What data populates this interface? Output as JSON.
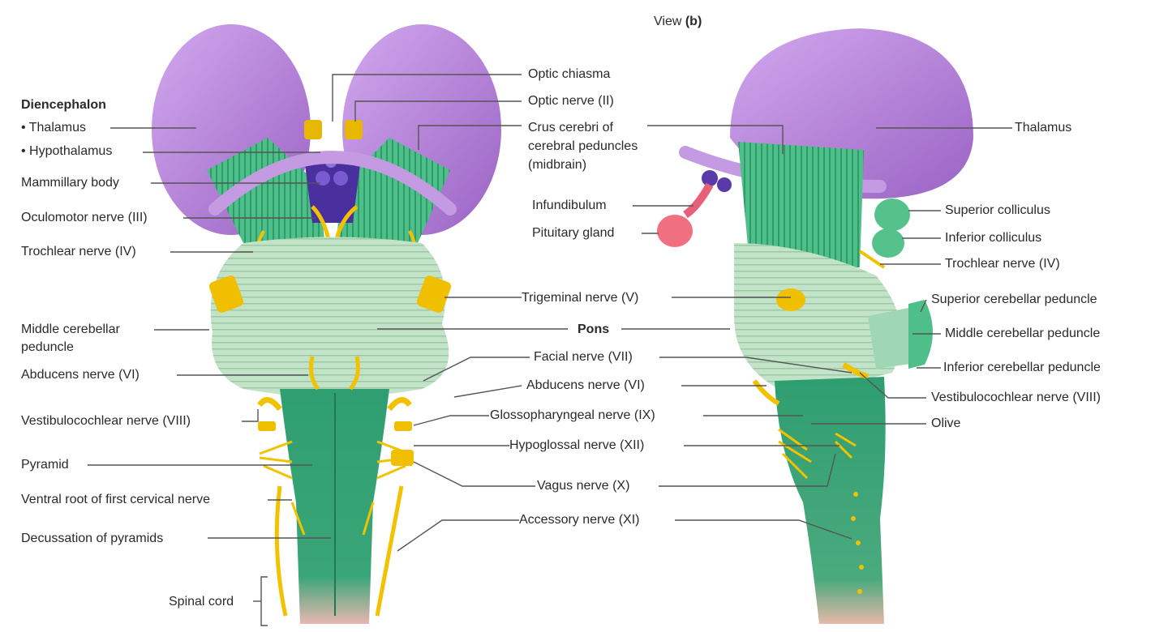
{
  "view_label": {
    "prefix": "View ",
    "letter": "(b)"
  },
  "left_labels": {
    "diencephalon": "Diencephalon",
    "thalamus": "• Thalamus",
    "hypothalamus": "• Hypothalamus",
    "mammillary_body": "Mammillary body",
    "oculomotor": "Oculomotor nerve (III)",
    "trochlear": "Trochlear nerve (IV)",
    "middle_cerebellar_1": "Middle cerebellar",
    "middle_cerebellar_2": "peduncle",
    "abducens": "Abducens nerve (VI)",
    "vestibulocochlear": "Vestibulocochlear nerve (VIII)",
    "pyramid": "Pyramid",
    "ventral_root": "Ventral root of first cervical nerve",
    "decussation": "Decussation of pyramids",
    "spinal_cord": "Spinal cord"
  },
  "center_labels": {
    "optic_chiasma": "Optic chiasma",
    "optic_nerve": "Optic nerve (II)",
    "crus_1": "Crus cerebri of",
    "crus_2": "cerebral peduncles",
    "crus_3": "(midbrain)",
    "infundibulum": "Infundibulum",
    "pituitary": "Pituitary gland",
    "trigeminal": "Trigeminal nerve (V)",
    "pons": "Pons",
    "facial": "Facial nerve (VII)",
    "abducens": "Abducens nerve (VI)",
    "glossopharyngeal": "Glossopharyngeal nerve (IX)",
    "hypoglossal": "Hypoglossal nerve (XII)",
    "vagus": "Vagus nerve (X)",
    "accessory": "Accessory nerve (XI)"
  },
  "right_labels": {
    "thalamus": "Thalamus",
    "superior_colliculus": "Superior colliculus",
    "inferior_colliculus": "Inferior colliculus",
    "trochlear": "Trochlear nerve (IV)",
    "superior_cerebellar": "Superior cerebellar peduncle",
    "middle_cerebellar": "Middle cerebellar peduncle",
    "inferior_cerebellar": "Inferior cerebellar peduncle",
    "vestibulocochlear": "Vestibulocochlear nerve (VIII)",
    "olive": "Olive"
  },
  "colors": {
    "thalamus_purple": "#b98ad8",
    "midbrain_green": "#4fbf8a",
    "pons_green": "#bfe0c4",
    "medulla_green": "#2e9a6a",
    "nerve_yellow": "#f2c200",
    "hypothalamus_blue": "#5a3aa8",
    "pituitary_pink": "#f07080",
    "leader_line": "#555555"
  }
}
